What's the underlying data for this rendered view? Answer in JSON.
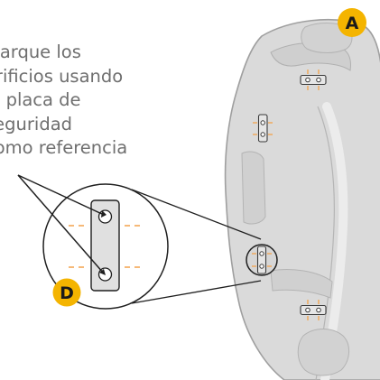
{
  "instruction": {
    "line1": "Marque los",
    "line2": "orificios usando",
    "line3": "la placa de",
    "line4": "seguridad",
    "line5": "como referencia"
  },
  "labels": {
    "a": "A",
    "d": "D"
  },
  "colors": {
    "badge": "#f4b400",
    "mark": "#f3a24b",
    "guard_fill": "#d9d9d9",
    "guard_stroke": "#a6a6a6",
    "plate": "#e0e0e0",
    "text": "#6f6f6f"
  }
}
